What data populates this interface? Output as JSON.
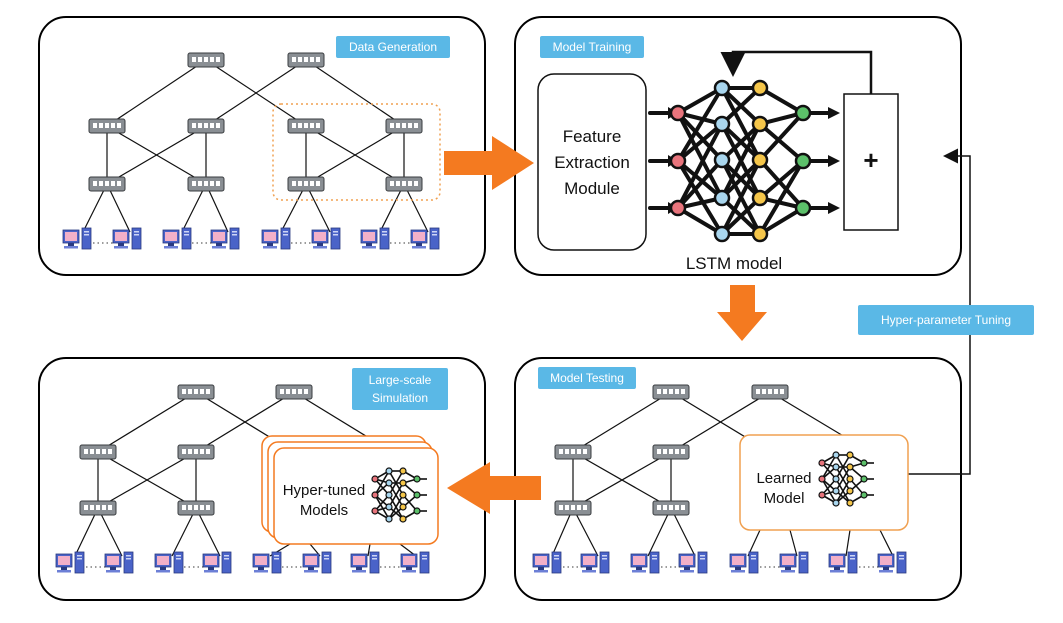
{
  "panels": {
    "data_generation": {
      "title": "Data Generation"
    },
    "model_training": {
      "title": "Model Training",
      "feature_module_line1": "Feature",
      "feature_module_line2": "Extraction",
      "feature_module_line3": "Module",
      "model_caption": "LSTM model",
      "adder_symbol": "+"
    },
    "model_testing": {
      "title": "Model Testing",
      "learned_line1": "Learned",
      "learned_line2": "Model"
    },
    "large_scale": {
      "title_line1": "Large-scale",
      "title_line2": "Simulation",
      "hyper_line1": "Hyper-tuned",
      "hyper_line2": "Models"
    }
  },
  "tuning_label": "Hyper-parameter Tuning",
  "colors": {
    "tag_blue": "#5ab8e6",
    "arrow_orange": "#f47a20",
    "dashed_orange": "#f0a050",
    "node_red": "#e8747c",
    "node_blue": "#a9d6ee",
    "node_yellow": "#f5c64a",
    "node_green": "#5cc06a"
  },
  "icons": {
    "switch": "network-switch-icon",
    "computer": "desktop-computer-icon",
    "neural_net": "neural-network-icon"
  }
}
